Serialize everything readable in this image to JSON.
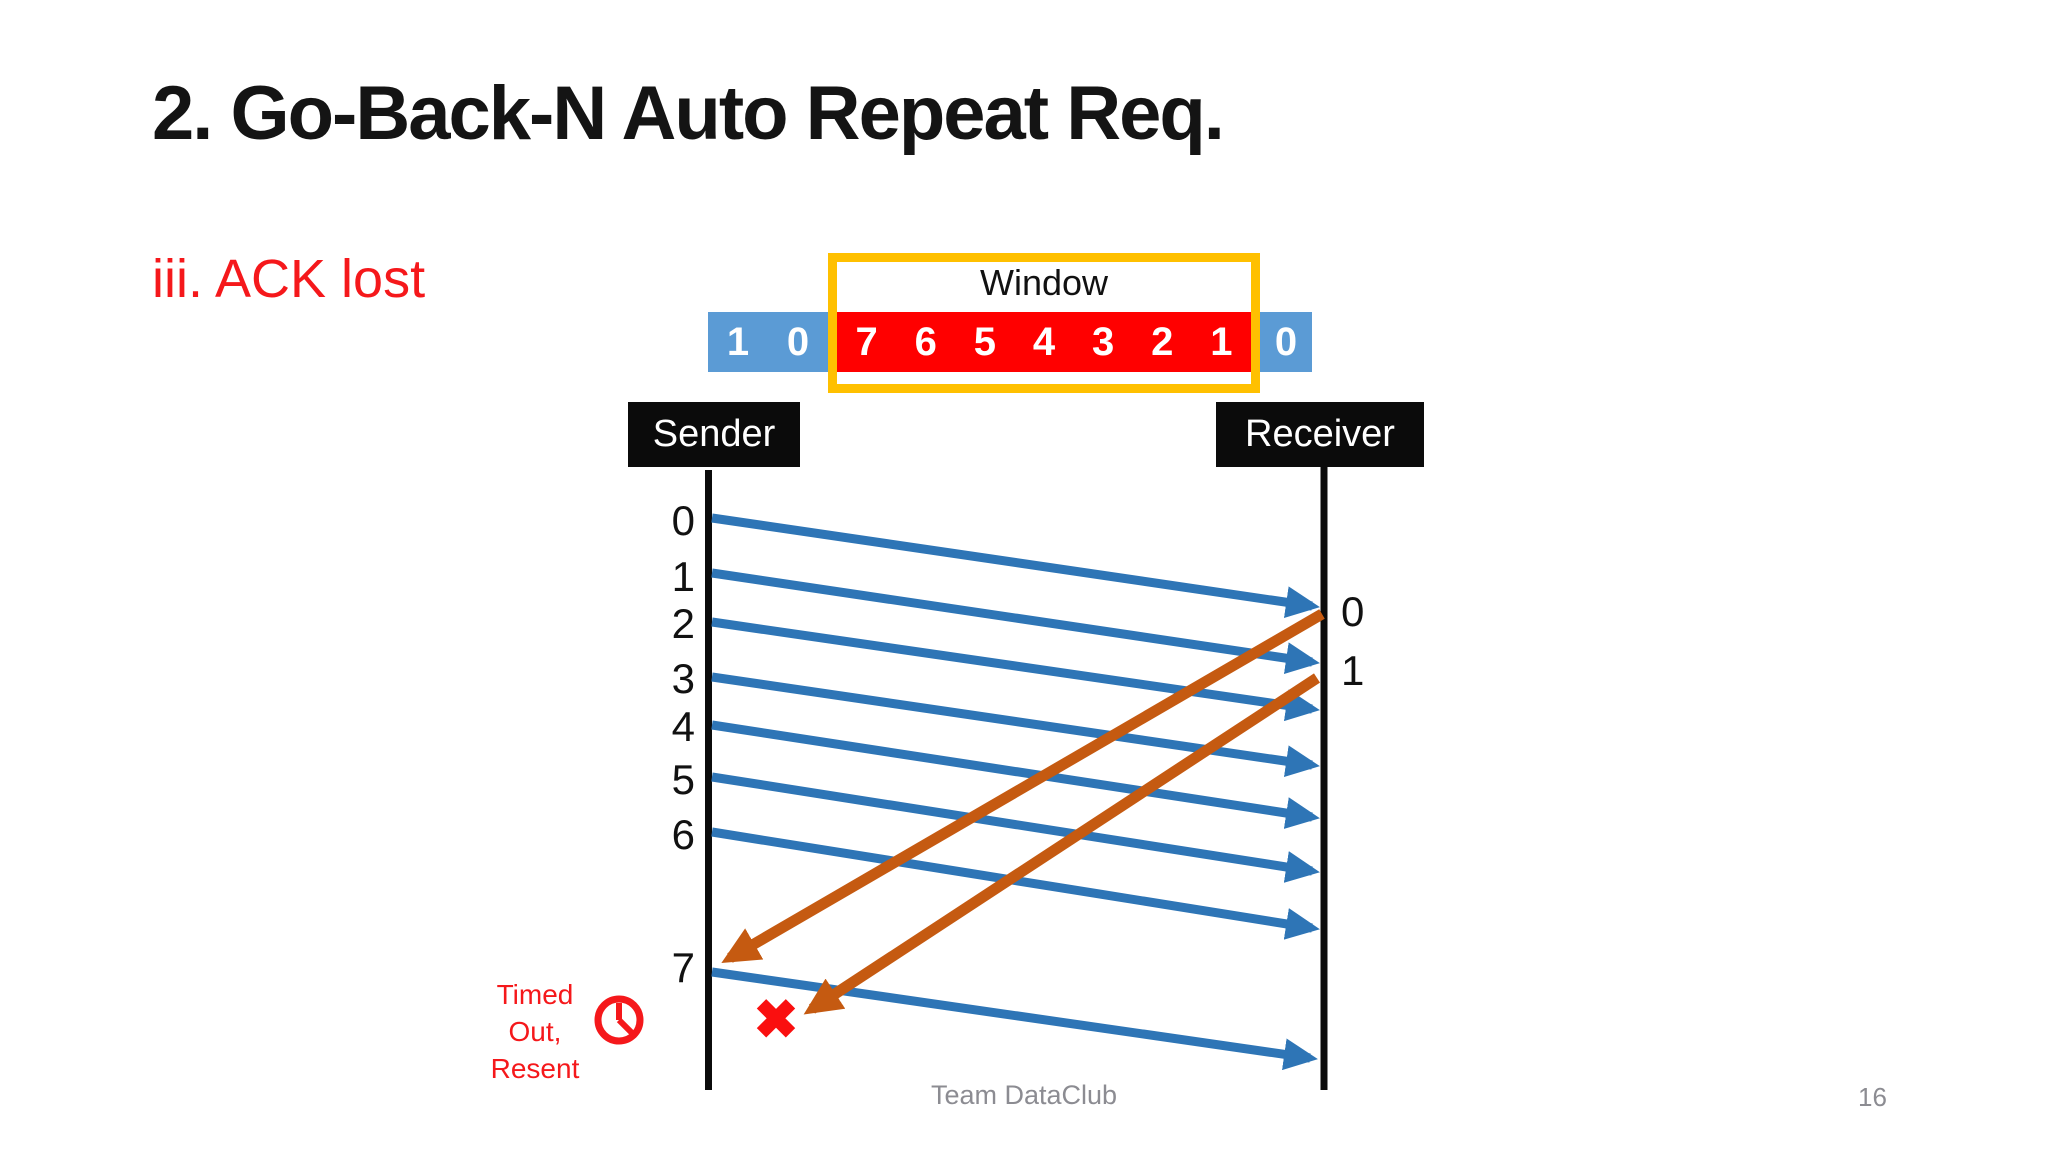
{
  "slide": {
    "title": "2. Go-Back-N Auto Repeat Req.",
    "subtitle": "iii. ACK lost",
    "footer_text": "Team DataClub",
    "page_number": "16"
  },
  "window_diagram": {
    "label": "Window",
    "cells": [
      {
        "value": "1",
        "state": "acked"
      },
      {
        "value": "0",
        "state": "acked"
      },
      {
        "value": "7",
        "state": "window"
      },
      {
        "value": "6",
        "state": "window"
      },
      {
        "value": "5",
        "state": "window"
      },
      {
        "value": "4",
        "state": "window"
      },
      {
        "value": "3",
        "state": "window"
      },
      {
        "value": "2",
        "state": "window"
      },
      {
        "value": "1",
        "state": "window"
      },
      {
        "value": "0",
        "state": "acked"
      }
    ]
  },
  "timeline": {
    "sender_label": "Sender",
    "receiver_label": "Receiver",
    "sender_frames": [
      "0",
      "1",
      "2",
      "3",
      "4",
      "5",
      "6",
      "7"
    ],
    "receiver_acks": [
      "0",
      "1"
    ],
    "timeout_lines": [
      "Timed",
      "Out,",
      "Resent"
    ],
    "lost_mark_glyph": "✖",
    "frame_arrow_count": 8,
    "ack_arrow_count": 2
  },
  "colors": {
    "window_border": "#FFC000",
    "window_cell_red": "#FF0000",
    "acked_cell_blue": "#5B9BD5",
    "frame_arrow_blue": "#2E75B6",
    "ack_arrow_orange": "#C55A11",
    "alert_red": "#F5181B",
    "footer_gray": "#8C8C92"
  }
}
